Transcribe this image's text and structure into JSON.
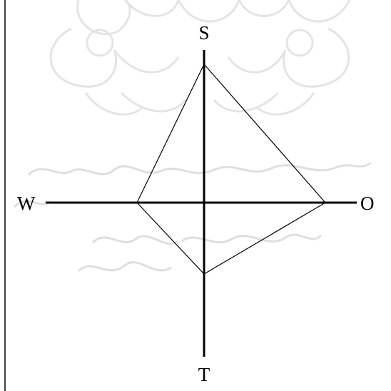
{
  "diagram": {
    "axis_labels": {
      "top": "S",
      "bottom": "T",
      "left": "W",
      "right": "O"
    },
    "colors": {
      "line": "#000000",
      "background": "#ffffff",
      "watermark": "#c9c9c9"
    },
    "watermark": {
      "kind": "logo with Persian text"
    }
  }
}
